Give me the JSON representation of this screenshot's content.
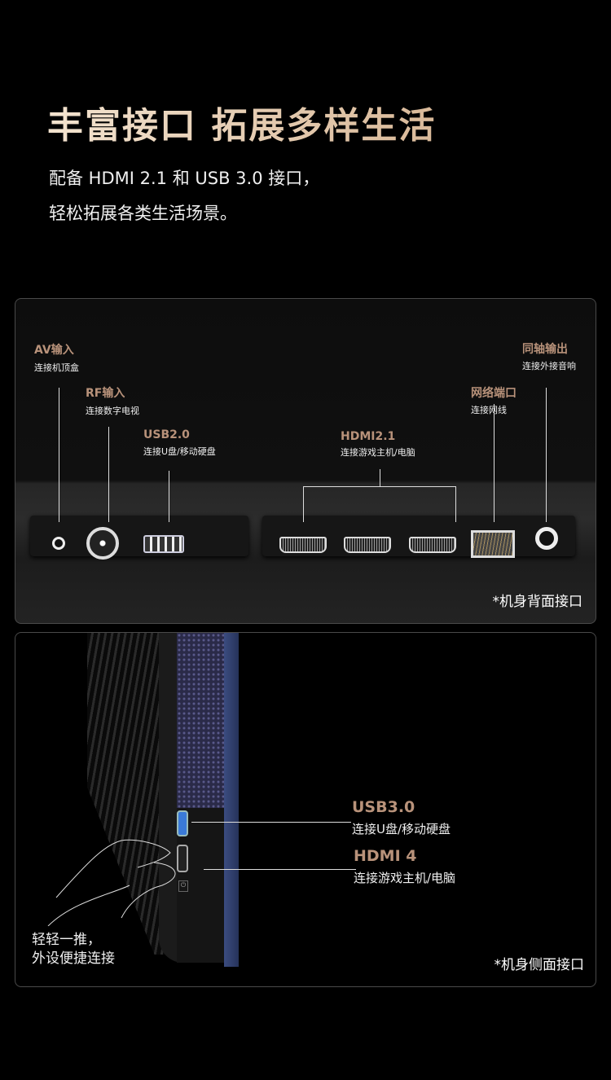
{
  "header": {
    "title": "丰富接口 拓展多样生活",
    "subtitle_lines": [
      "配备 HDMI 2.1 和 USB 3.0 接口，",
      "轻松拓展各类生活场景。"
    ]
  },
  "back_panel": {
    "ports": [
      {
        "name": "AV输入",
        "desc": "连接机顶盒"
      },
      {
        "name": "RF输入",
        "desc": "连接数字电视"
      },
      {
        "name": "USB2.0",
        "desc": "连接U盘/移动硬盘"
      },
      {
        "name": "HDMI2.1",
        "desc": "连接游戏主机/电脑"
      },
      {
        "name": "网络端口",
        "desc": "连接网线"
      },
      {
        "name": "同轴输出",
        "desc": "连接外接音响"
      }
    ],
    "caption": "*机身背面接口"
  },
  "side_panel": {
    "ports": [
      {
        "name": "USB3.0",
        "desc": "连接U盘/移动硬盘"
      },
      {
        "name": "HDMI 4",
        "desc": "连接游戏主机/电脑"
      }
    ],
    "hint_lines": [
      "轻轻一推，",
      "外设便捷连接"
    ],
    "caption": "*机身侧面接口"
  },
  "colors": {
    "accent": "#b8927a",
    "title": "#e6cdb2"
  }
}
